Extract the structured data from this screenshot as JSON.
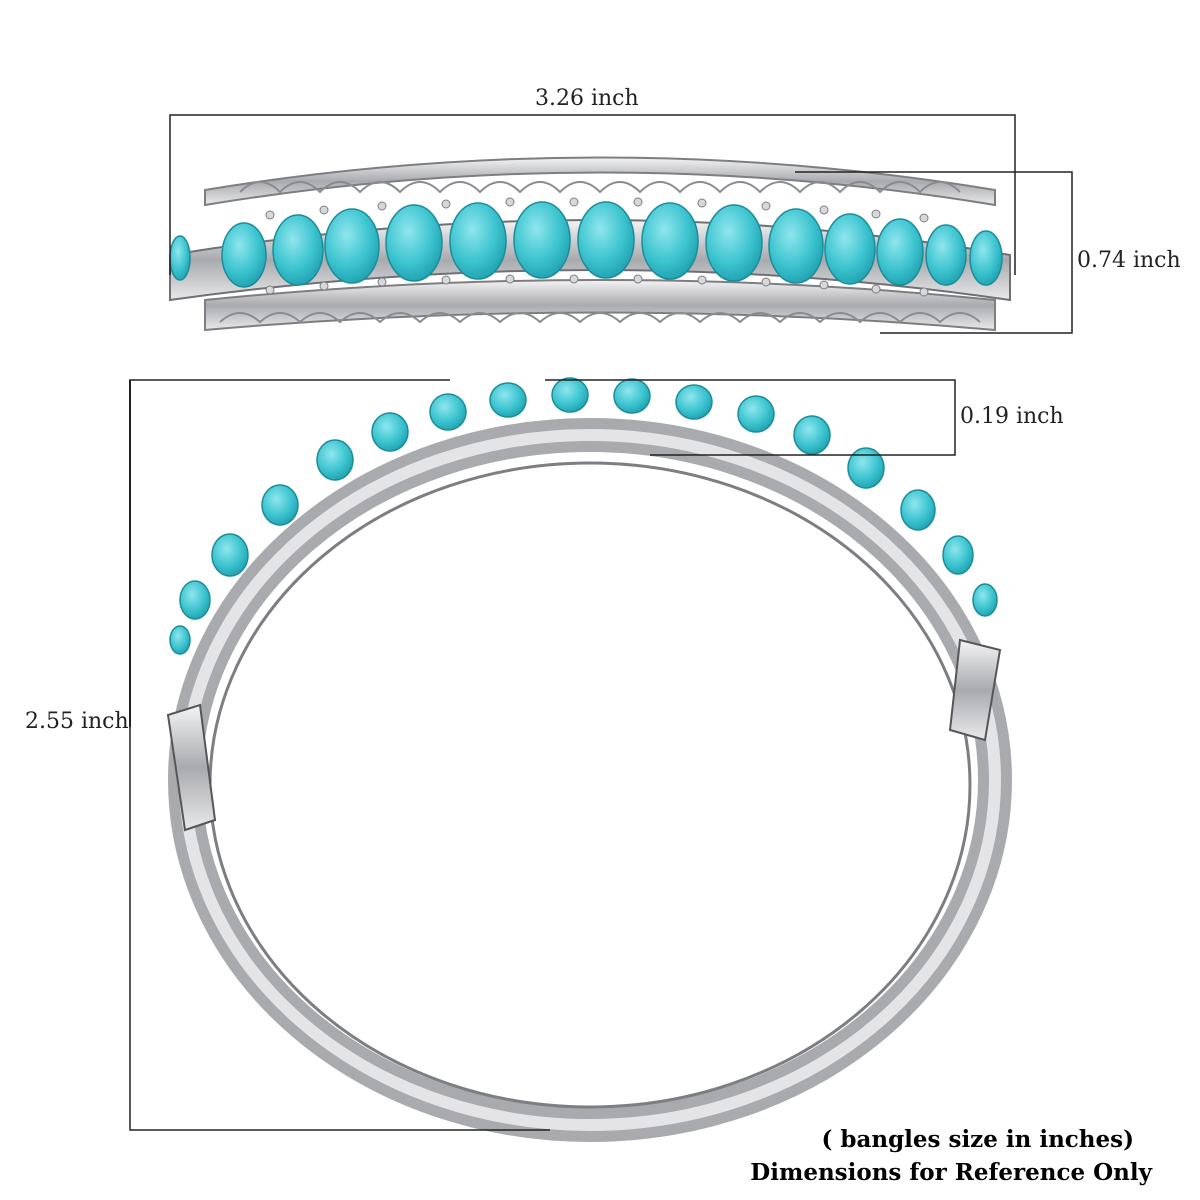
{
  "dimensions": {
    "width_label": "3.26 inch",
    "height_label": "0.74 inch",
    "depth_label": "0.19 inch",
    "diameter_label": "2.55 inch"
  },
  "caption": {
    "line1": "( bangles size in inches)",
    "line2": "Dimensions for Reference Only"
  },
  "colors": {
    "turquoise": "#3cc4cf",
    "turquoise_dark": "#1f9fae",
    "silver": "#c9c9cb",
    "silver_dark": "#7d7e82",
    "line": "#222222"
  }
}
